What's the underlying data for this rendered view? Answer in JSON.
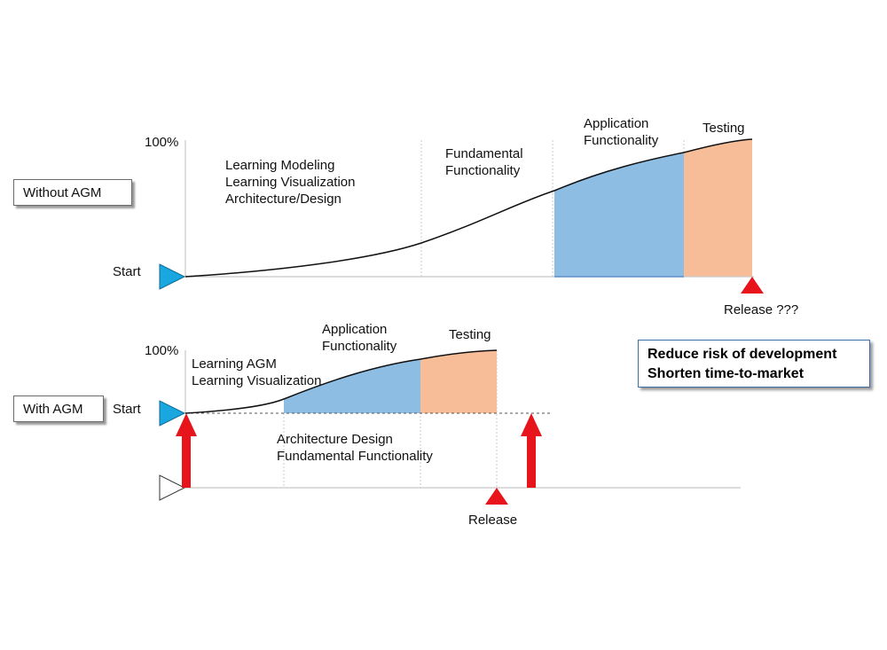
{
  "top": {
    "label": "Without AGM",
    "axis_100": "100%",
    "start": "Start",
    "phase_learning": [
      "Learning Modeling",
      "Learning Visualization",
      "Architecture/Design"
    ],
    "phase_fundamental": [
      "Fundamental",
      "Functionality"
    ],
    "phase_application": [
      "Application",
      "Functionality"
    ],
    "phase_testing": "Testing",
    "release": "Release ???"
  },
  "bottom": {
    "label": "With AGM",
    "axis_100": "100%",
    "start": "Start",
    "phase_learning": [
      "Learning AGM",
      "Learning Visualization"
    ],
    "phase_application": [
      "Application",
      "Functionality"
    ],
    "phase_testing": "Testing",
    "phase_below": [
      "Architecture Design",
      "Fundamental Functionality"
    ],
    "release": "Release"
  },
  "callout": {
    "lines": [
      "Reduce risk of development",
      "Shorten time-to-market"
    ]
  },
  "colors": {
    "application_fill": "#8ebde4",
    "testing_fill": "#f6bd98",
    "start_marker": "#1aa7e0",
    "release_marker": "#e8141b",
    "arrow": "#e8141b",
    "guide_line": "#c8c8c8",
    "curve": "#111111"
  }
}
